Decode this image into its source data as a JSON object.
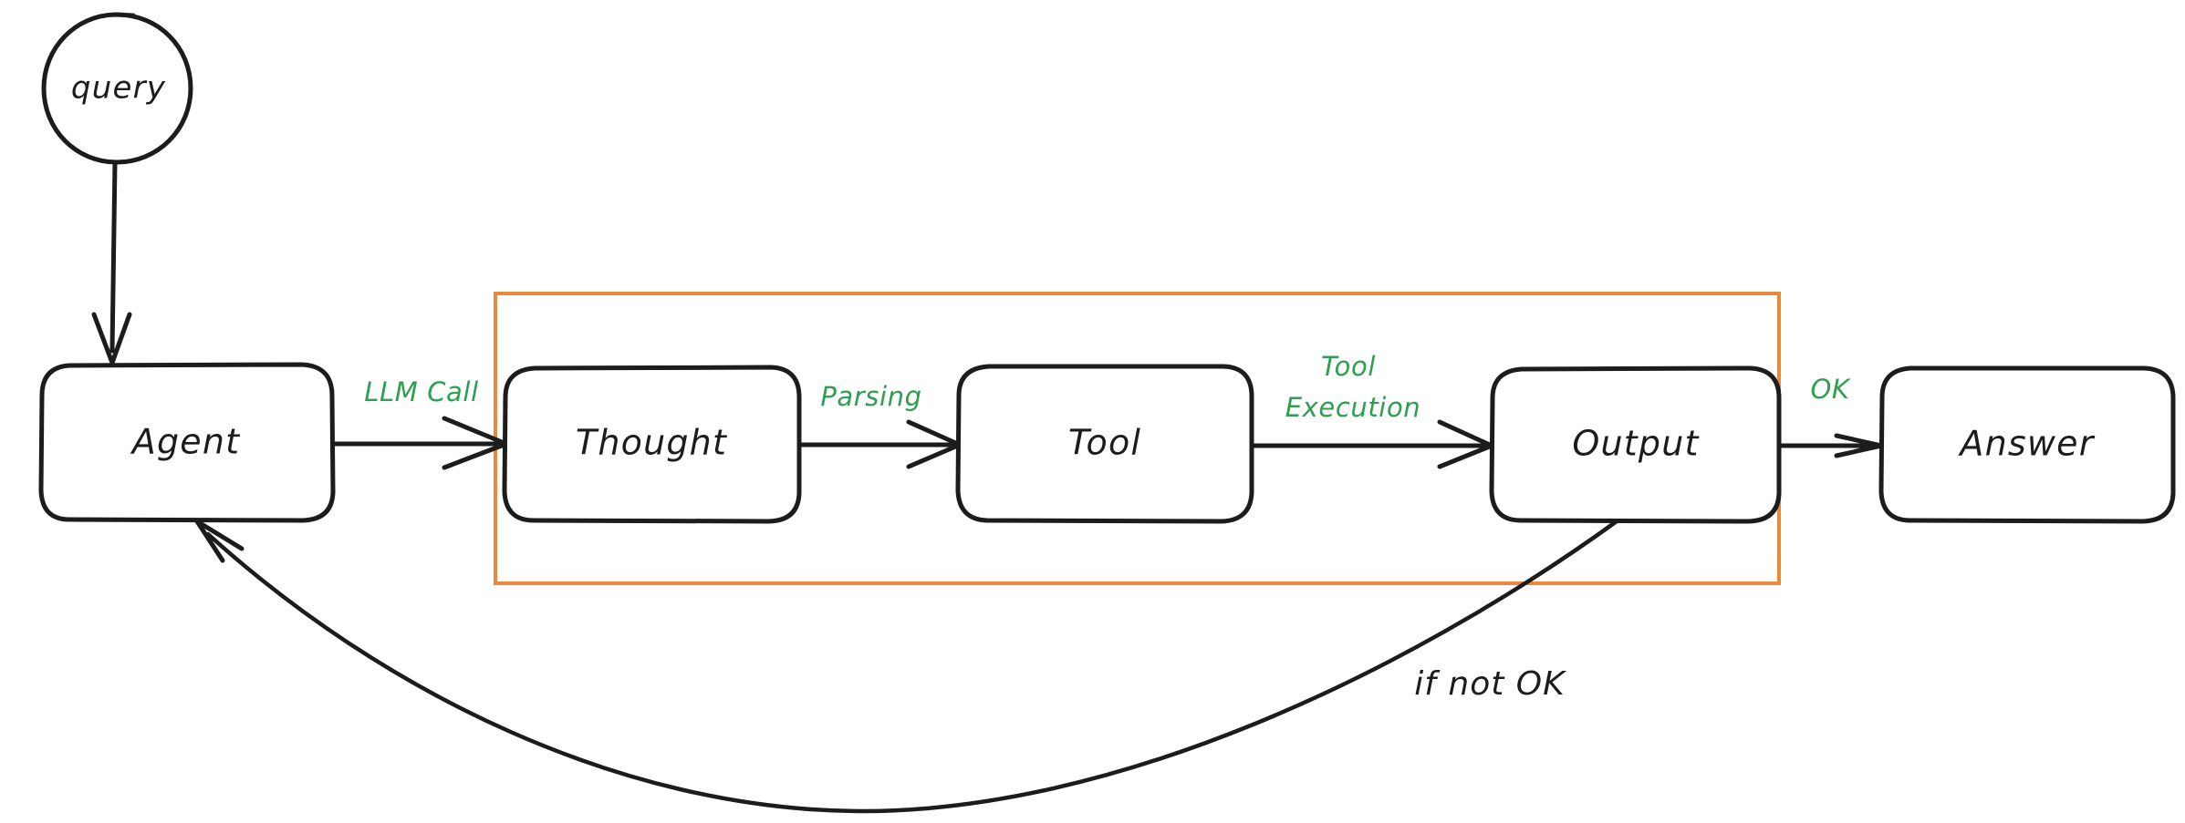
{
  "diagram": {
    "title": "ReAct agent loop flowchart",
    "background_color": "#ffffff",
    "stroke_color": "#1c1c1c",
    "label_color": "#2e9e4f",
    "group_color": "#e8893c",
    "nodes": {
      "query": "query",
      "agent": "Agent",
      "thought": "Thought",
      "tool": "Tool",
      "output": "Output",
      "answer": "Answer"
    },
    "edge_labels": {
      "llm_call": "LLM Call",
      "parsing": "Parsing",
      "tool_execution_line1": "Tool",
      "tool_execution_line2": "Execution",
      "ok": "OK",
      "if_not_ok": "if not OK"
    }
  }
}
